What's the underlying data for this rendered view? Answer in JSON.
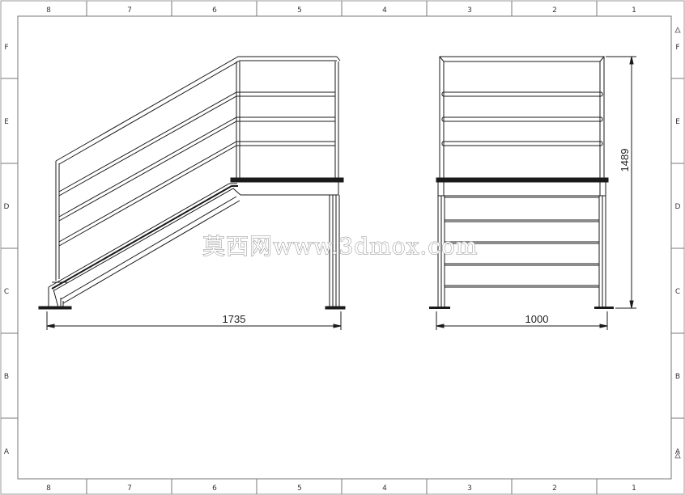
{
  "drawing_frame": {
    "columns": [
      "8",
      "7",
      "6",
      "5",
      "4",
      "3",
      "2",
      "1"
    ],
    "rows": [
      "F",
      "E",
      "D",
      "C",
      "B",
      "A"
    ]
  },
  "side_view": {
    "overall_length_label": "1735"
  },
  "front_view": {
    "overall_width_label": "1000",
    "overall_height_label": "1489"
  },
  "watermark": {
    "text": "莫西网www.3dmox.com"
  },
  "colors": {
    "line": "#1a1a1a",
    "frame": "#777777",
    "watermark_outline": "#8a8a8a"
  }
}
